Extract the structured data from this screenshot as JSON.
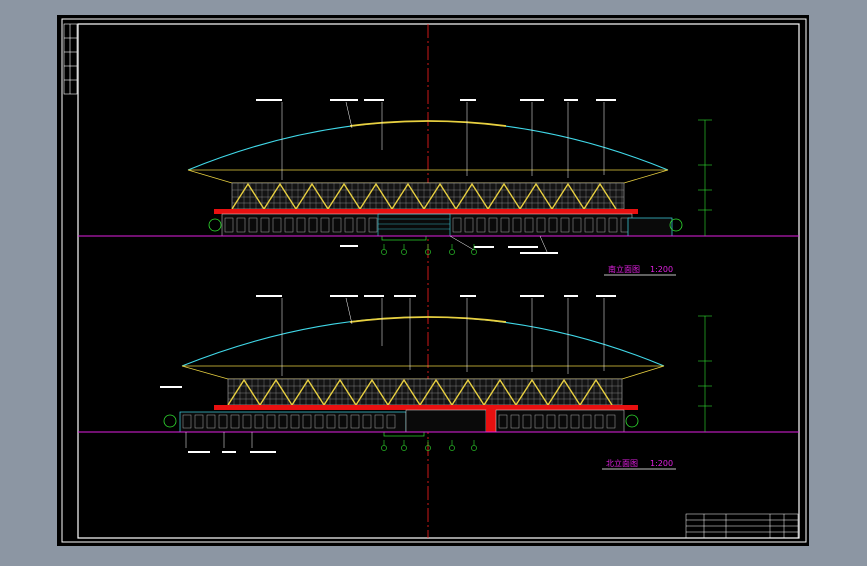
{
  "drawing": {
    "south_title": "南立面图",
    "south_scale": "1:200",
    "north_title": "北立面图",
    "north_scale": "1:200"
  },
  "colors": {
    "background": "#000000",
    "frame": "#ffffff",
    "roof": "#40d8e8",
    "gold": "#e8d040",
    "red": "#e81010",
    "magenta": "#e020e0",
    "green": "#30e030",
    "centerline": "#ff2020"
  }
}
